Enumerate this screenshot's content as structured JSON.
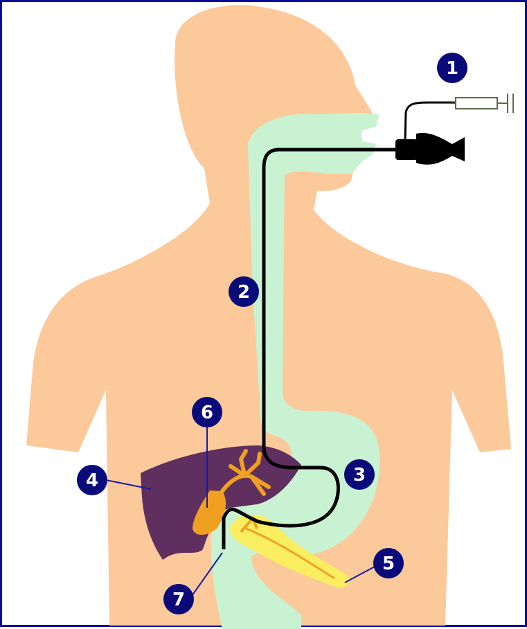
{
  "diagram": {
    "labels": [
      {
        "id": "1",
        "text": "1"
      },
      {
        "id": "2",
        "text": "2"
      },
      {
        "id": "3",
        "text": "3"
      },
      {
        "id": "4",
        "text": "4"
      },
      {
        "id": "5",
        "text": "5"
      },
      {
        "id": "6",
        "text": "6"
      },
      {
        "id": "7",
        "text": "7"
      }
    ]
  },
  "colors": {
    "skin": "#fcc99a",
    "digestive_tract": "#c9f2d2",
    "liver": "#5f2f5f",
    "gallbladder": "#f0a020",
    "bile_duct": "#f0a020",
    "pancreas": "#f8ee60",
    "pancreatic_duct": "#f0a020",
    "endoscope": "#000000",
    "syringe": "#5a6b4a",
    "badge": "#0a0a7a",
    "frame": "#0a0a9a"
  },
  "icons": {
    "endoscope": "endoscope-icon",
    "syringe": "syringe-icon"
  }
}
